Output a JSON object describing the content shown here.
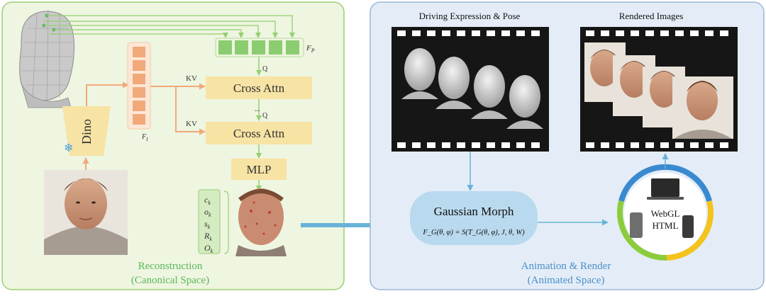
{
  "left_panel": {
    "title_line1": "Reconstruction",
    "title_line2": "(Canonical Space)",
    "dino_label": "Dino",
    "feature_image_label": "F",
    "feature_image_sub": "I",
    "feature_point_label": "F",
    "feature_point_sub": "P",
    "kv_label": "KV",
    "q_label": "Q",
    "dots_label": "...",
    "cross_attn_label": "Cross Attn",
    "mlp_label": "MLP",
    "attributes": [
      "c",
      "o",
      "s",
      "R",
      "O"
    ],
    "attribute_sub": "k",
    "snowflake_icon": "snowflake-icon"
  },
  "right_panel": {
    "title_line1": "Animation & Render",
    "title_line2": "(Animated Space)",
    "driving_title": "Driving Expression & Pose",
    "rendered_title": "Rendered Images",
    "morph_title": "Gaussian Morph",
    "morph_formula": "F_G(θ, φ) = S(T_G(θ, φ), J, θ, W)",
    "ring_line1": "WebGL",
    "ring_line2": "HTML"
  },
  "colors": {
    "left_bg": "#eef5e0",
    "left_border": "#9ccf74",
    "right_bg": "#e4edf7",
    "right_border": "#9ab6d6",
    "green_text": "#5cb85c",
    "blue_text": "#4a8ec9",
    "orange": "#f2a97a",
    "orange_light": "#fbd2b4",
    "cream": "#f7e3a4",
    "green_block": "#8ccc70",
    "arrow_green": "#95cf72",
    "arrow_blue": "#67b3d8",
    "ring_blue": "#3a8ad0",
    "ring_yellow": "#f4c31c",
    "ring_green": "#8ccc3c",
    "morph_fill": "#b9d9ee"
  }
}
